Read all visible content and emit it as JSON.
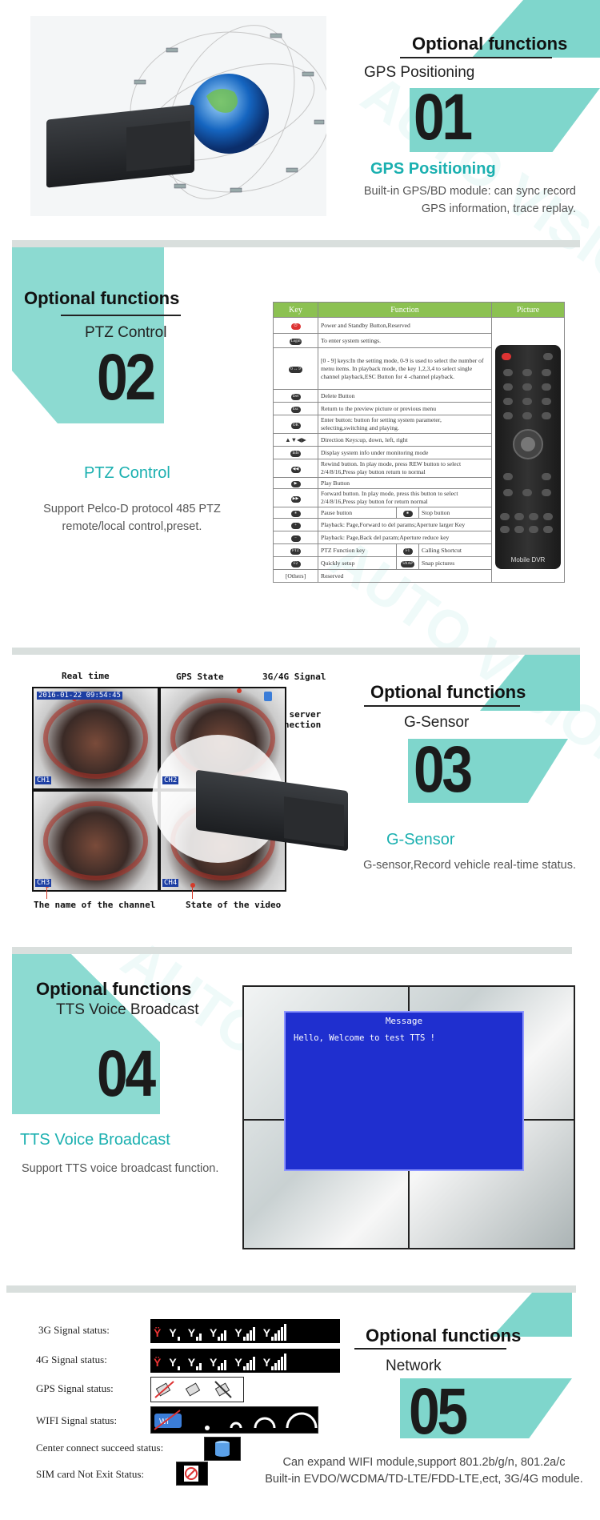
{
  "colors": {
    "teal": "#7fd6cc",
    "teal_text": "#1bb0b0",
    "table_header": "#8cc152",
    "osd_blue": "#1f2fcf"
  },
  "sections": {
    "gps": {
      "optional": "Optional functions",
      "subtitle": "GPS Positioning",
      "number": "01",
      "feature": "GPS Positioning",
      "desc_line1": "Built-in GPS/BD module: can sync record",
      "desc_line2": "GPS information, trace replay."
    },
    "ptz": {
      "optional": "Optional functions",
      "subtitle": "PTZ Control",
      "number": "02",
      "feature": "PTZ Control",
      "desc_line1": "Support Pelco-D protocol 485 PTZ",
      "desc_line2": "remote/local control,preset.",
      "table": {
        "headers": [
          "Key",
          "Function",
          "Picture"
        ],
        "rows": [
          {
            "key": "⏻",
            "func": "Power and Standby Button,Reserved"
          },
          {
            "key": "Login",
            "func": "To enter system settings."
          },
          {
            "key": "0 ↔ 9",
            "func": "[0 - 9] keys:In the setting mode, 0-9 is used to select the number of menu items. In playback mode, the key 1,2,3,4 to select single channel playback,ESC Button for 4 -channel playback."
          },
          {
            "key": "Del",
            "func": "Delete Button"
          },
          {
            "key": "Esc",
            "func": "Return to the preview picture or previous menu"
          },
          {
            "key": "OK",
            "func": "Enter button: button for setting system parameter, selecting,switching and playing."
          },
          {
            "key": "▲▼◀▶",
            "func": "Direction Keys:up, down, left, right"
          },
          {
            "key": "Info",
            "func": "Display system info under monitoring mode"
          },
          {
            "key": "◀◀",
            "func": "Rewind button. In play mode, press REW button to select 2/4/8/16,Press play button return to normal"
          },
          {
            "key": "▶",
            "func": "Play Button"
          },
          {
            "key": "▶▶",
            "func": "Forward button. In play mode, press this button to select 2/4/8/16,Press play button for return normal"
          },
          {
            "key": "⏸",
            "func": "Pause button",
            "key2": "⏹",
            "func2": "Stop button"
          },
          {
            "key": "+",
            "func": "Playback: Page,Forward to del params;Aperture larger Key"
          },
          {
            "key": "−",
            "func": "Playback: Page,Back del param;Aperture reduce key"
          },
          {
            "key": "PTZ",
            "func": "PTZ Function key",
            "key2": "F1",
            "func2": "Calling Shortcut"
          },
          {
            "key": "F2",
            "func": "Quickly setup",
            "key2": "SNAP",
            "func2": "Snap pictures"
          },
          {
            "key": "[Others]",
            "func": "Reserved"
          }
        ],
        "remote_label": "Mobile DVR"
      }
    },
    "gsensor": {
      "optional": "Optional functions",
      "subtitle": "G-Sensor",
      "number": "03",
      "feature": "G-Sensor",
      "desc_line1": "G-sensor,Record vehicle real-time status.",
      "annotations": {
        "real_time": "Real time",
        "gps_state": "GPS State",
        "signal": "3G/4G Signal",
        "server": "The server",
        "connection": "connection",
        "channel_name": "The name of the channel",
        "video_state": "State of the video"
      },
      "timestamp": "2016-01-22 09:54:45",
      "channels": [
        "CH1",
        "CH2",
        "CH3",
        "CH4"
      ]
    },
    "tts": {
      "optional": "Optional functions",
      "subtitle": "TTS Voice Broadcast",
      "number": "04",
      "feature": "TTS Voice Broadcast",
      "desc_line1": "Support TTS voice broadcast function.",
      "dialog_title": "Message",
      "dialog_text": "Hello, Welcome to test TTS !"
    },
    "network": {
      "optional": "Optional functions",
      "subtitle": "Network",
      "number": "05",
      "statuses": [
        "3G Signal status:",
        "4G Signal status:",
        "GPS Signal status:",
        "WIFI Signal status:",
        "Center connect succeed status:",
        "SIM card Not Exit Status:"
      ],
      "desc_line1": "Can expand WIFI module,support 801.2b/g/n, 801.2a/c",
      "desc_line2": "Built-in EVDO/WCDMA/TD-LTE/FDD-LTE,ect, 3G/4G module."
    }
  }
}
